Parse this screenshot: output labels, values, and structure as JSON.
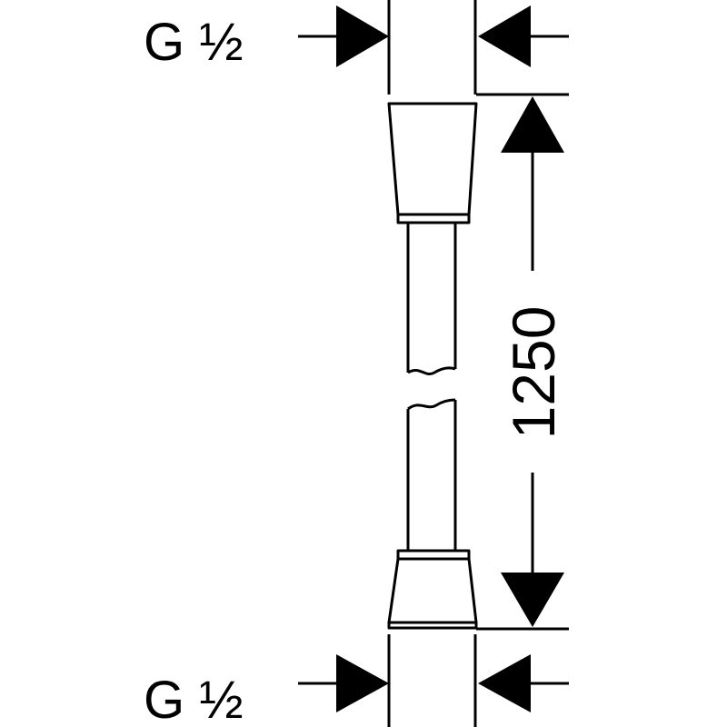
{
  "labels": {
    "top_thread": "G ½",
    "bottom_thread": "G ½",
    "length": "1250"
  },
  "colors": {
    "ink": "#000000",
    "paper": "#ffffff"
  }
}
